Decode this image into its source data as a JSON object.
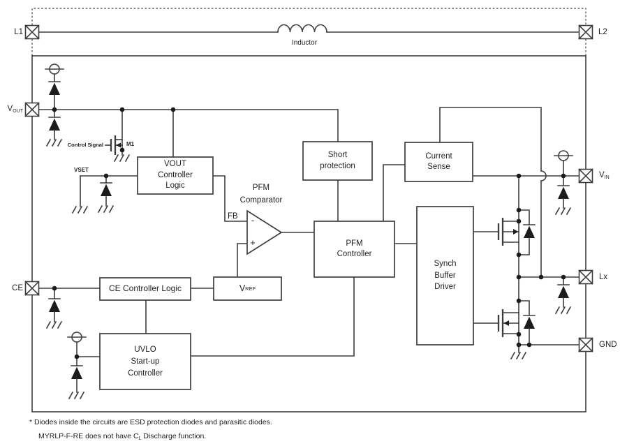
{
  "colors": {
    "line": "#3d3d3d",
    "text": "#1f1f1f",
    "background": "#ffffff"
  },
  "pins": {
    "l1": {
      "label": "L1"
    },
    "l2": {
      "label": "L2"
    },
    "vout": {
      "main": "V",
      "sub": "OUT"
    },
    "ce": {
      "label": "CE"
    },
    "vin": {
      "main": "V",
      "sub": "IN"
    },
    "lx": {
      "label": "Lx"
    },
    "gnd": {
      "label": "GND"
    }
  },
  "top": {
    "inductor_label": "Inductor"
  },
  "blocks": {
    "vout_controller": {
      "lines": [
        "VOUT",
        "Controller",
        "Logic"
      ]
    },
    "short_protection": {
      "lines": [
        "Short",
        "protection"
      ]
    },
    "current_sense": {
      "lines": [
        "Current",
        "Sense"
      ]
    },
    "pfm_controller": {
      "lines": [
        "PFM",
        "Controller"
      ]
    },
    "synch_buffer_driver": {
      "lines": [
        "Synch",
        "Buffer",
        "Driver"
      ]
    },
    "ce_controller": {
      "label": "CE Controller Logic"
    },
    "vref": {
      "main": "V",
      "sub": "REF"
    },
    "uvlo": {
      "lines": [
        "UVLO",
        "Start-up",
        "Controller"
      ]
    }
  },
  "comparator": {
    "title_line1": "PFM",
    "title_line2": "Comparator",
    "fb_label": "FB",
    "minus": "-",
    "plus": "+"
  },
  "mosfet_m1": {
    "control_signal_label": "Control Signal",
    "name": "M1",
    "vset_label": "VSET"
  },
  "footnotes": {
    "line1": "* Diodes inside the circuits are ESD protection diodes and parasitic diodes.",
    "line2_pre": "MYRLP-F-RE does not have C",
    "line2_sub": "L",
    "line2_post": " Discharge function."
  }
}
